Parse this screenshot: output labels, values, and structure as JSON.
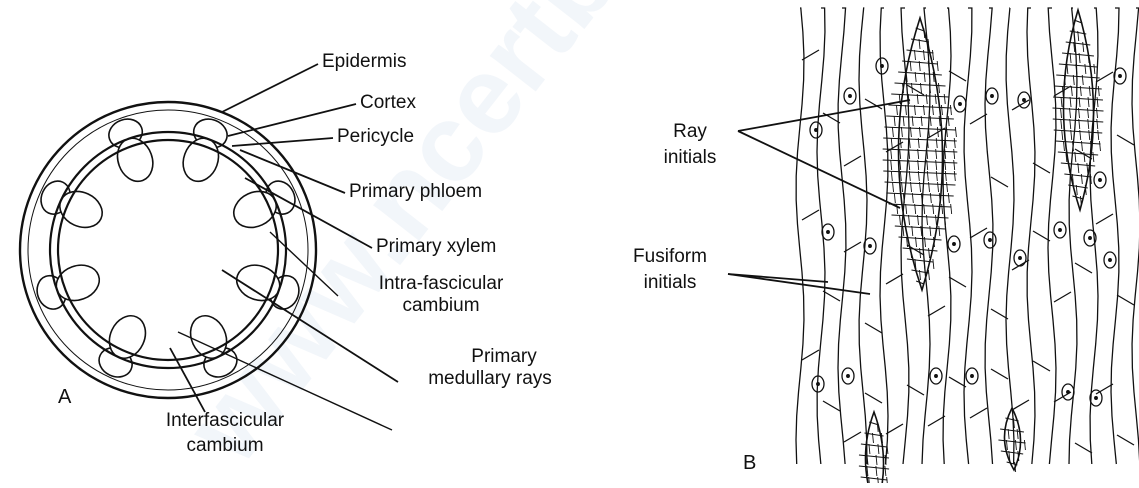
{
  "panel_a": {
    "letter": "A",
    "labels": {
      "epidermis": "Epidermis",
      "cortex": "Cortex",
      "pericycle": "Pericycle",
      "primary_phloem": "Primary phloem",
      "primary_xylem": "Primary xylem",
      "intra_fascicular_line1": "Intra-fascicular",
      "intra_fascicular_line2": "cambium",
      "primary_medullary_line1": "Primary",
      "primary_medullary_line2": "medullary rays",
      "interfascicular_line1": "Interfascicular",
      "interfascicular_line2": "cambium"
    }
  },
  "panel_b": {
    "letter": "B",
    "labels": {
      "ray_initials_line1": "Ray",
      "ray_initials_line2": "initials",
      "fusiform_initials_line1": "Fusiform",
      "fusiform_initials_line2": "initials"
    }
  },
  "watermark": "www.ncertbooks"
}
